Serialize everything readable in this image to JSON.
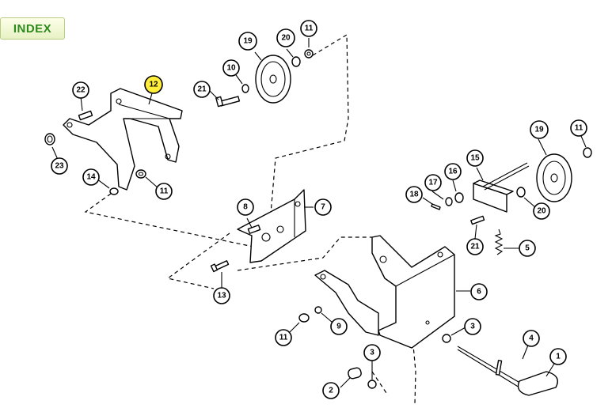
{
  "index_button": {
    "label": "INDEX"
  },
  "callouts": [
    {
      "id": "c-12",
      "label": "12",
      "highlight": true
    },
    {
      "id": "c-22",
      "label": "22"
    },
    {
      "id": "c-23",
      "label": "23"
    },
    {
      "id": "c-14",
      "label": "14"
    },
    {
      "id": "c-11a",
      "label": "11"
    },
    {
      "id": "c-21a",
      "label": "21"
    },
    {
      "id": "c-10",
      "label": "10"
    },
    {
      "id": "c-19a",
      "label": "19"
    },
    {
      "id": "c-20a",
      "label": "20"
    },
    {
      "id": "c-11b",
      "label": "11"
    },
    {
      "id": "c-8",
      "label": "8"
    },
    {
      "id": "c-7",
      "label": "7"
    },
    {
      "id": "c-13",
      "label": "13"
    },
    {
      "id": "c-19b",
      "label": "19"
    },
    {
      "id": "c-11c",
      "label": "11"
    },
    {
      "id": "c-15",
      "label": "15"
    },
    {
      "id": "c-16",
      "label": "16"
    },
    {
      "id": "c-17",
      "label": "17"
    },
    {
      "id": "c-18",
      "label": "18"
    },
    {
      "id": "c-20b",
      "label": "20"
    },
    {
      "id": "c-21b",
      "label": "21"
    },
    {
      "id": "c-5",
      "label": "5"
    },
    {
      "id": "c-6",
      "label": "6"
    },
    {
      "id": "c-11d",
      "label": "11"
    },
    {
      "id": "c-9",
      "label": "9"
    },
    {
      "id": "c-3a",
      "label": "3"
    },
    {
      "id": "c-3b",
      "label": "3"
    },
    {
      "id": "c-2",
      "label": "2"
    },
    {
      "id": "c-4",
      "label": "4"
    },
    {
      "id": "c-1",
      "label": "1"
    }
  ],
  "colors": {
    "highlight": "#ffef3a",
    "index_text": "#2c8a1c"
  }
}
